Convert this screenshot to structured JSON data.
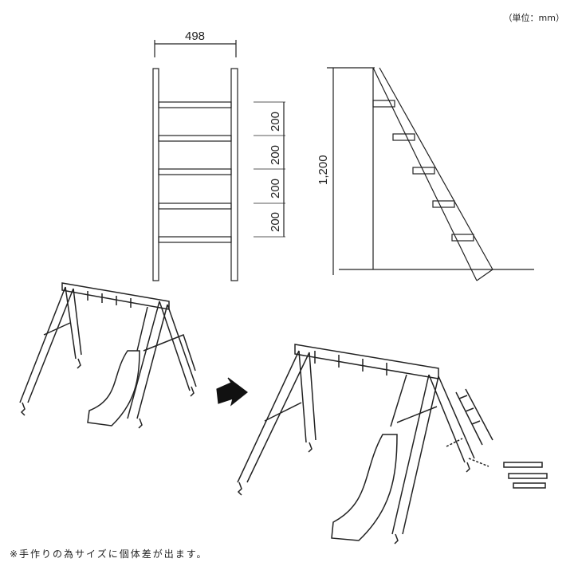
{
  "unit_label": "（単位：mm）",
  "front_view": {
    "width_label": "498",
    "spacing_labels": [
      "200",
      "200",
      "200",
      "200"
    ]
  },
  "side_view": {
    "height_label": "1,200"
  },
  "note": "※手作りの為サイズに個体差が出ます。"
}
